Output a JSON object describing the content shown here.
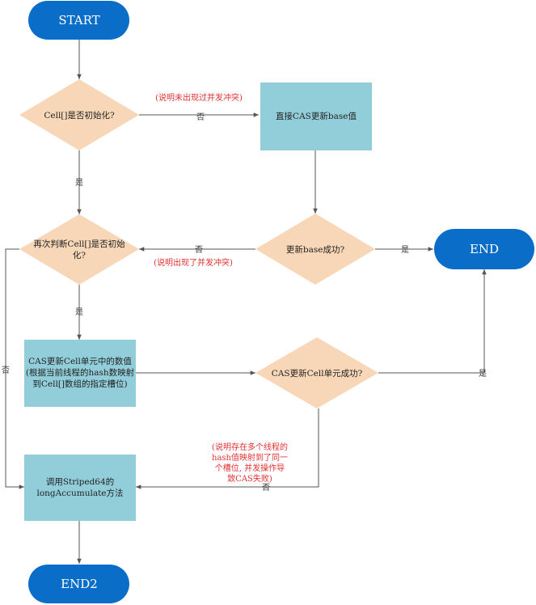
{
  "nodes": {
    "start": {
      "label": "START",
      "fill": "#0a6ec8"
    },
    "check_cell_init": {
      "label": "Cell[]是否初始化?",
      "fill": "#f8d7b8"
    },
    "cas_base": {
      "label": "直接CAS更新base值",
      "fill": "#92ceda"
    },
    "recheck_cell_init": {
      "line1": "再次判断Cell[]是否初始",
      "line2": "化?",
      "fill": "#f8d7b8"
    },
    "update_base_ok": {
      "label": "更新base成功?",
      "fill": "#f8d7b8"
    },
    "end": {
      "label": "END",
      "fill": "#0a6ec8"
    },
    "cas_cell": {
      "line1": "CAS更新Cell单元中的数值",
      "line2": "(根据当前线程的hash数映射",
      "line3": "到Cell[]数组的指定槽位)",
      "fill": "#92ceda"
    },
    "cas_cell_ok": {
      "label": "CAS更新Cell单元成功?",
      "fill": "#f8d7b8"
    },
    "long_accumulate": {
      "line1": "调用Striped64的",
      "line2": "longAccumulate方法",
      "fill": "#92ceda"
    },
    "end2": {
      "label": "END2",
      "fill": "#0a6ec8"
    }
  },
  "edge_labels": {
    "no_to_cas_base": "否",
    "yes_to_recheck": "是",
    "no_to_recheck_from_base": "否",
    "yes_to_end_from_base": "是",
    "yes_to_cas_cell": "是",
    "yes_to_end_from_cell": "是",
    "no_to_long_accumulate": "否",
    "no_left_loop": "否"
  },
  "notes": {
    "no_concurrency": "(说明未出现过并发冲突)",
    "concurrency": "(说明出现了并发冲突)",
    "multi_thread_line1": "(说明存在多个线程的",
    "multi_thread_line2": "hash值映射到了同一",
    "multi_thread_line3": "个槽位, 并发操作导",
    "multi_thread_line4": "致CAS失败)"
  },
  "colors": {
    "note": "#e03030",
    "edge": "#555555"
  }
}
